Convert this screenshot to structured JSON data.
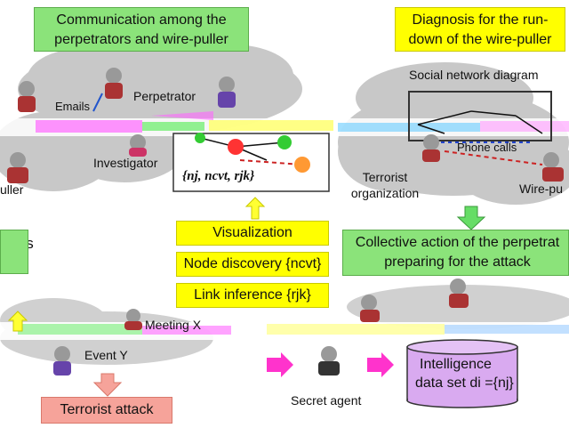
{
  "titles": {
    "communication": "Communication among the perpetrators and wire-puller",
    "diagnosis": "Diagnosis for the run-down of the wire-puller"
  },
  "labels": {
    "social_network_diagram": "Social network diagram",
    "emails": "Emails",
    "perpetrator": "Perpetrator",
    "investigator": "Investigator",
    "puller_fragment": "uller",
    "terrorist_organization": "Terrorist organization",
    "phone_calls": "Phone calls",
    "wire_puller_fragment": "Wire-pu",
    "notation": "{nj, ncvt, rjk}",
    "ators_fragment": "ators",
    "meeting_x": "Meeting X",
    "event_y": "Event Y",
    "secret_agent": "Secret agent"
  },
  "steps": {
    "visualization": "Visualization",
    "node_discovery": "Node discovery {ncvt}",
    "link_inference": "Link inference {rjk}"
  },
  "collective_action": "Collective action of the perpetrat preparing for the attack",
  "terrorist_attack": "Terrorist attack",
  "intelligence": {
    "line1": "Intelligence",
    "line2": "data set di ={nj}"
  },
  "colors": {
    "green_box": "#8be37a",
    "yellow_box": "#ffff00",
    "red_box": "#f6a39a",
    "cloud": "#c8c8c8",
    "arrow_magenta": "#ff33cc",
    "arrow_green": "#66dd66",
    "arrow_yellow": "#ffff33",
    "cylinder": "#d9aaf0"
  }
}
